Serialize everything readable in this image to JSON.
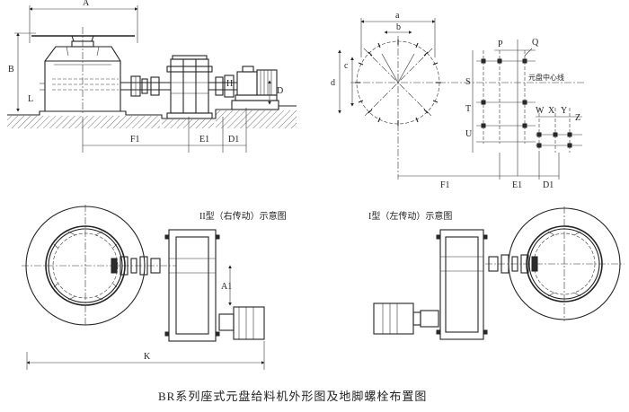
{
  "caption": "BR系列座式元盘给料机外形图及地脚螺栓布置图",
  "views": {
    "type2_label": "II型（右传动）示意图",
    "type1_label": "I型（左传动）示意图",
    "disc_center_label": "元盘中心线"
  },
  "dims": {
    "A": "A",
    "B": "B",
    "L": "L",
    "D": "D",
    "H": "H",
    "F1": "F1",
    "E1": "E1",
    "D1": "D1",
    "a": "a",
    "b": "b",
    "c": "c",
    "d": "d",
    "P": "P",
    "Q": "Q",
    "S": "S",
    "T": "T",
    "U": "U",
    "W": "W",
    "X": "X",
    "Y": "Y",
    "Z": "Z",
    "A1": "A1",
    "K": "K"
  }
}
